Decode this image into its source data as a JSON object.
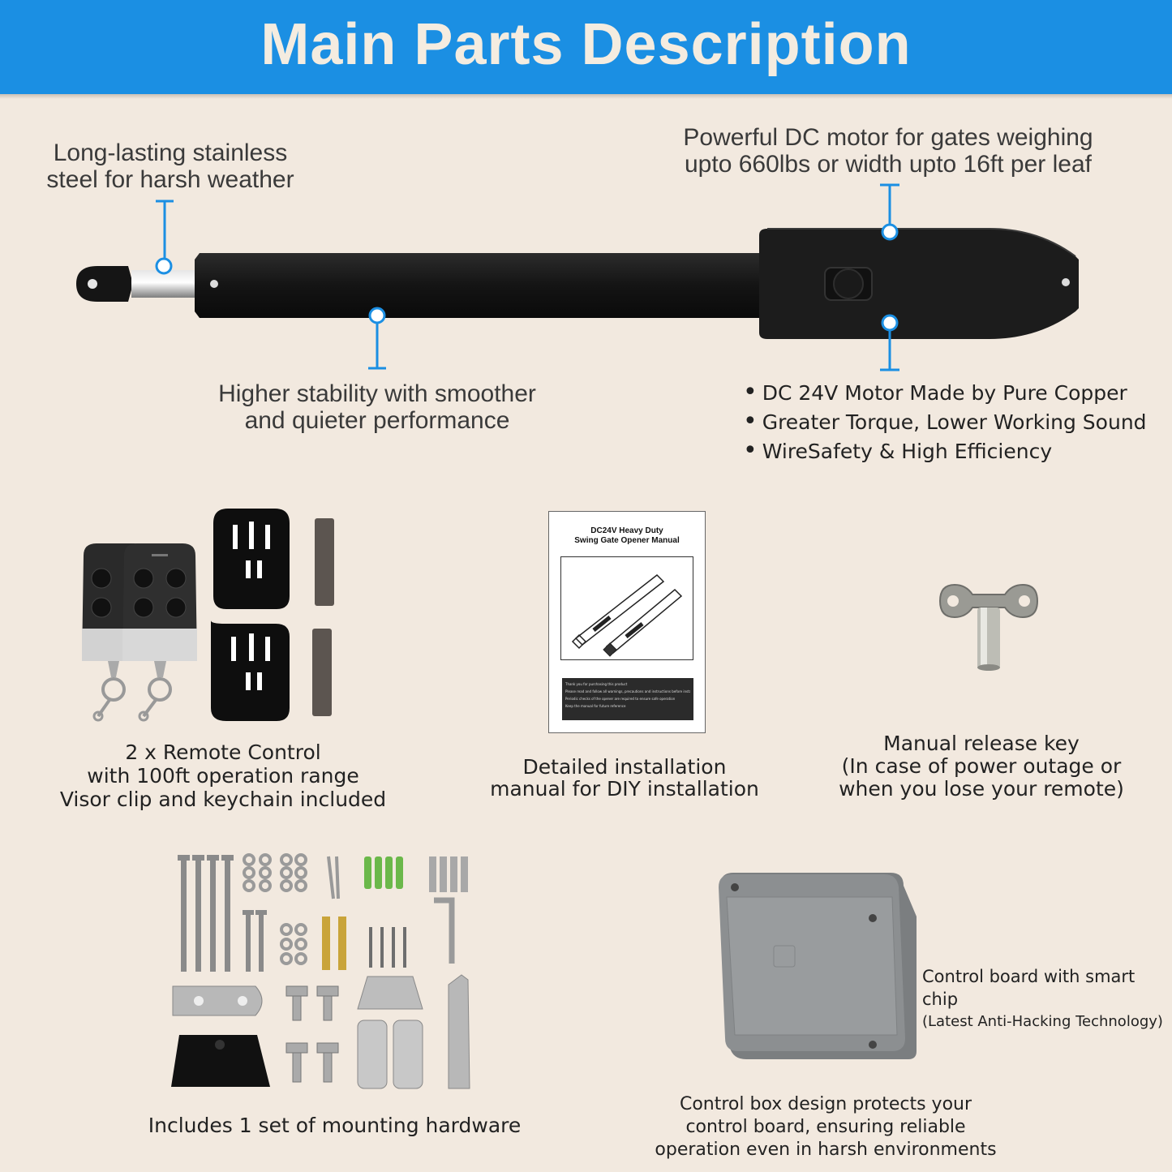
{
  "header": {
    "title": "Main Parts Description"
  },
  "actuator": {
    "callout_top_left": [
      "Long-lasting stainless",
      "steel for harsh weather"
    ],
    "callout_top_right": [
      "Powerful DC motor for gates weighing",
      "upto 660lbs or width upto 16ft per leaf"
    ],
    "callout_bottom_left": [
      "Higher stability with smoother",
      "and quieter performance"
    ],
    "motor_features": [
      "DC 24V Motor Made by Pure Copper",
      "Greater Torque, Lower Working Sound",
      "WireSafety & High Efficiency"
    ]
  },
  "remote": {
    "caption": [
      "2 x Remote Control",
      "with 100ft operation range",
      "Visor clip and keychain included"
    ]
  },
  "manual": {
    "cover_title": [
      "DC24V Heavy Duty",
      "Swing Gate Opener Manual"
    ],
    "cover_notes": [
      "Thank you for purchasing this product",
      "Please read and follow all warnings, precautions and instructions before installation and using",
      "Periodic checks of the opener are required to ensure safe operation",
      "Keep the manual for future reference"
    ],
    "caption": [
      "Detailed installation",
      "manual for DIY installation"
    ]
  },
  "release_key": {
    "caption": [
      "Manual release key",
      "(In case of power outage or",
      "when you lose your remote)"
    ]
  },
  "hardware": {
    "caption": "Includes 1 set of mounting hardware"
  },
  "control_box": {
    "side_caption": [
      "Control board with smart chip",
      "(Latest Anti-Hacking Technology)"
    ],
    "caption": [
      "Control box design protects your",
      "control board, ensuring reliable",
      "operation even in harsh environments"
    ]
  },
  "colors": {
    "header_bg": "#1b8fe3",
    "page_bg": "#f2e9df",
    "callout_line": "#1b8fe3"
  }
}
